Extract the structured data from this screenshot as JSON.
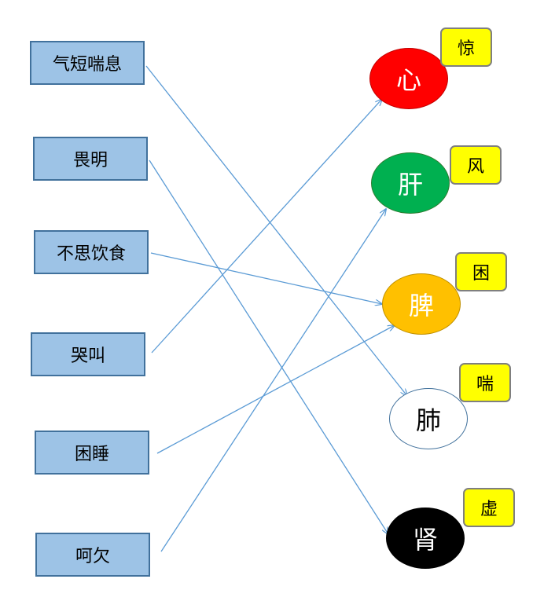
{
  "symptoms": [
    {
      "label": "气短喘息"
    },
    {
      "label": "畏明"
    },
    {
      "label": "不思饮食"
    },
    {
      "label": "哭叫"
    },
    {
      "label": "困睡"
    },
    {
      "label": "呵欠"
    }
  ],
  "organs": [
    {
      "label": "心",
      "tag": "惊",
      "fill": "#ff0000",
      "text_color": "#ffffff",
      "border": "#c00000"
    },
    {
      "label": "肝",
      "tag": "风",
      "fill": "#00b050",
      "text_color": "#ffffff",
      "border": "#2e7d32"
    },
    {
      "label": "脾",
      "tag": "困",
      "fill": "#ffc000",
      "text_color": "#ffffff",
      "border": "#bf9000"
    },
    {
      "label": "肺",
      "tag": "喘",
      "fill": "#ffffff",
      "text_color": "#000000",
      "border": "#41719c"
    },
    {
      "label": "肾",
      "tag": "虚",
      "fill": "#000000",
      "text_color": "#ffffff",
      "border": "#000000"
    }
  ],
  "connections": [
    {
      "from": "气短喘息",
      "to": "肺"
    },
    {
      "from": "畏明",
      "to": "肾"
    },
    {
      "from": "不思饮食",
      "to": "脾"
    },
    {
      "from": "哭叫",
      "to": "心"
    },
    {
      "from": "困睡",
      "to": "脾"
    },
    {
      "from": "呵欠",
      "to": "肝"
    }
  ],
  "colors": {
    "box_fill": "#9dc3e6",
    "box_border": "#41719c",
    "tag_fill": "#ffff00",
    "link": "#5b9bd5"
  }
}
